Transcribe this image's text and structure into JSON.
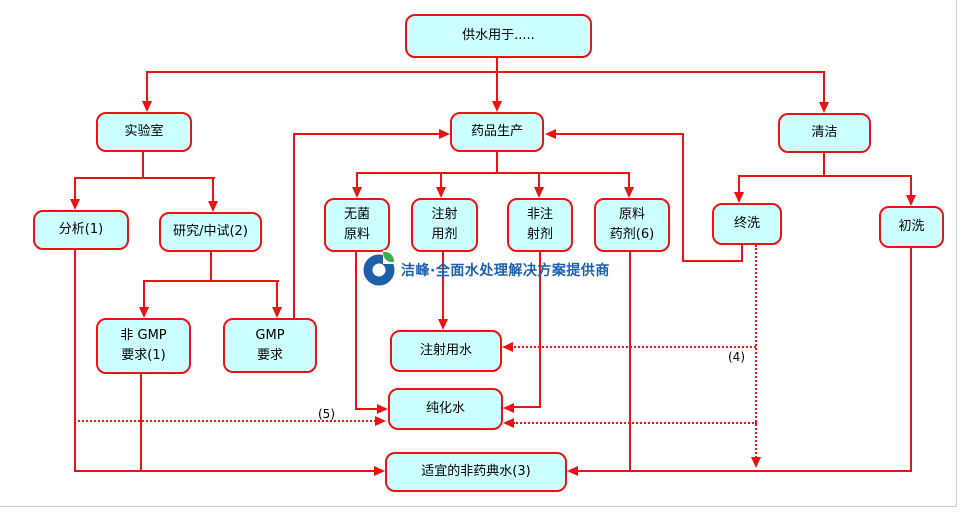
{
  "nodes": {
    "supply": {
      "label": "供水用于....."
    },
    "lab": {
      "label": "实验室"
    },
    "production": {
      "label": "药品生产"
    },
    "cleaning": {
      "label": "清洁"
    },
    "analysis": {
      "label": "分析(1)"
    },
    "research": {
      "label": "研究/中试(2)"
    },
    "sterile_material": {
      "line1": "无菌",
      "line2": "原料"
    },
    "injection_agent": {
      "line1": "注射",
      "line2": "用剂"
    },
    "non_injection_agent": {
      "line1": "非注",
      "line2": "射剂"
    },
    "raw_material": {
      "line1": "原料",
      "line2": "药剂(6)"
    },
    "final_rinse": {
      "label": "终洗"
    },
    "initial_rinse": {
      "label": "初洗"
    },
    "non_gmp": {
      "line1": "非 GMP",
      "line2": "要求(1)"
    },
    "gmp": {
      "line1": "GMP",
      "line2": "要求"
    },
    "wfi": {
      "label": "注射用水"
    },
    "purified_water": {
      "label": "纯化水"
    },
    "non_pharmacopoeia_water": {
      "label": "适宜的非药典水(3)"
    }
  },
  "labels": {
    "note4": "(4)",
    "note5": "(5)"
  },
  "watermark": {
    "text": "洁峰·全面水处理解决方案提供商"
  },
  "colors": {
    "box_fill": "#ccffff",
    "line_red": "#ee1111",
    "watermark_blue": "#1e5fae",
    "logo_blue": "#1f5fa8",
    "logo_green": "#3fae49"
  }
}
